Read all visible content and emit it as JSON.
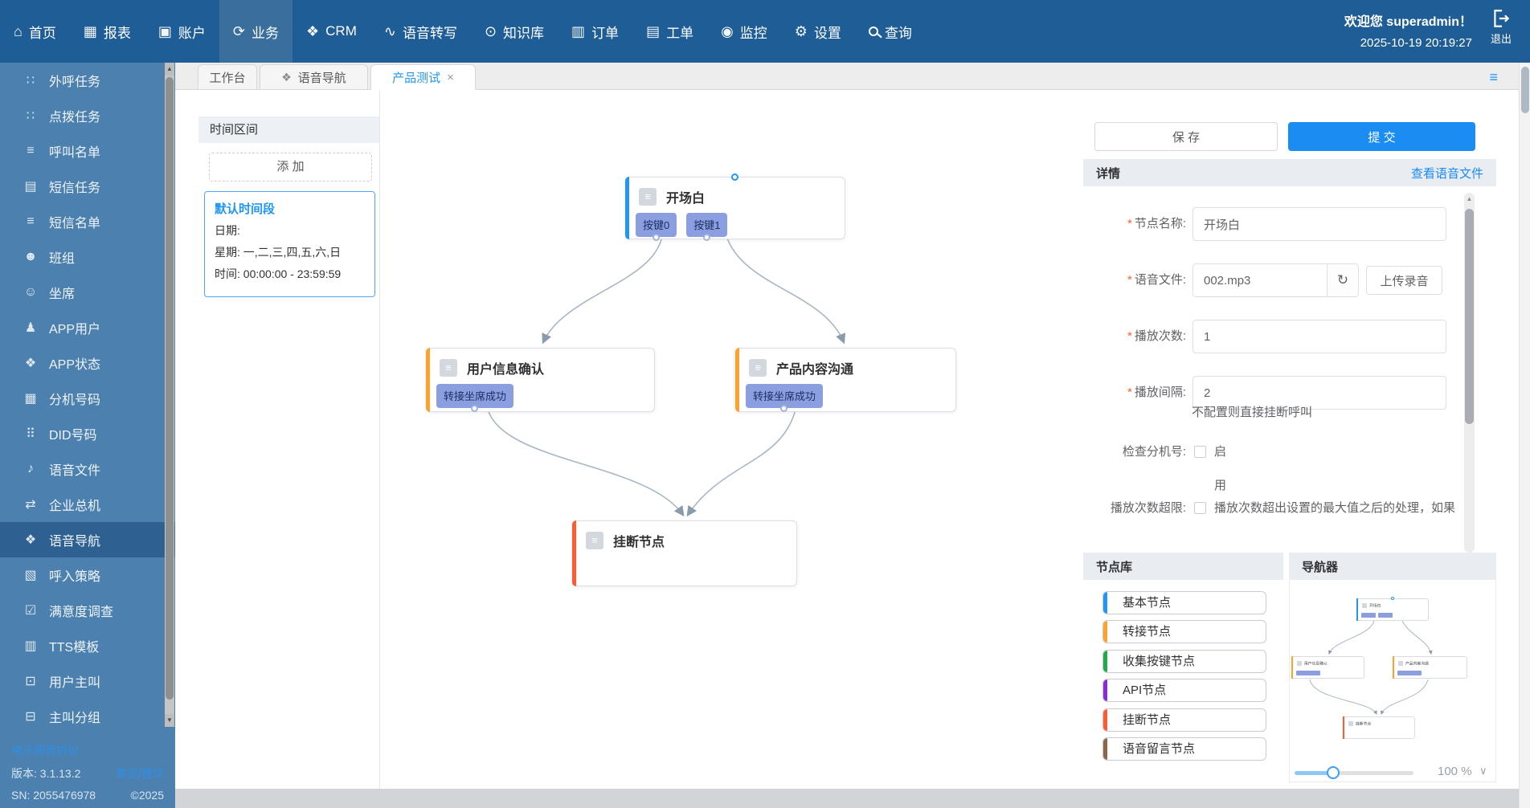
{
  "top_nav": {
    "items": [
      {
        "label": "首页",
        "icon": "⌂"
      },
      {
        "label": "报表",
        "icon": "▦"
      },
      {
        "label": "账户",
        "icon": "▣"
      },
      {
        "label": "业务",
        "icon": "⟳"
      },
      {
        "label": "CRM",
        "icon": "❖"
      },
      {
        "label": "语音转写",
        "icon": "∿"
      },
      {
        "label": "知识库",
        "icon": "⊙"
      },
      {
        "label": "订单",
        "icon": "▥"
      },
      {
        "label": "工单",
        "icon": "▤"
      },
      {
        "label": "监控",
        "icon": "◉"
      },
      {
        "label": "设置",
        "icon": "⚙"
      },
      {
        "label": "查询",
        "icon": ""
      }
    ],
    "welcome": "欢迎您 superadmin！",
    "datetime": "2025-10-19 20:19:27",
    "logout_label": "退出"
  },
  "sidebar": {
    "items": [
      {
        "label": "外呼任务",
        "icon": "∷"
      },
      {
        "label": "点拨任务",
        "icon": "∷"
      },
      {
        "label": "呼叫名单",
        "icon": "≡"
      },
      {
        "label": "短信任务",
        "icon": "▤"
      },
      {
        "label": "短信名单",
        "icon": "≡"
      },
      {
        "label": "班组",
        "icon": "☻"
      },
      {
        "label": "坐席",
        "icon": "☺"
      },
      {
        "label": "APP用户",
        "icon": "♟"
      },
      {
        "label": "APP状态",
        "icon": "❖"
      },
      {
        "label": "分机号码",
        "icon": "▦"
      },
      {
        "label": "DID号码",
        "icon": "⠿"
      },
      {
        "label": "语音文件",
        "icon": "♪"
      },
      {
        "label": "企业总机",
        "icon": "⇄"
      },
      {
        "label": "语音导航",
        "icon": "❖"
      },
      {
        "label": "呼入策略",
        "icon": "▧"
      },
      {
        "label": "满意度调查",
        "icon": "☑"
      },
      {
        "label": "TTS模板",
        "icon": "▥"
      },
      {
        "label": "用户主叫",
        "icon": "⊡"
      },
      {
        "label": "主叫分组",
        "icon": "⊟"
      }
    ],
    "footer": {
      "agreement": "电子服务协议",
      "version": "版本: 3.1.13.2",
      "feedback": "意见/建议",
      "sn": "SN: 2055476978",
      "copyright": "©2025"
    }
  },
  "tabs": {
    "items": [
      {
        "label": "工作台"
      },
      {
        "label": "语音导航",
        "icon": "❖"
      },
      {
        "label": "产品测试"
      }
    ],
    "close_icon": "×",
    "list_icon": "≡"
  },
  "time_panel": {
    "title": "时间区间",
    "add_label": "添 加",
    "card": {
      "name": "默认时间段",
      "date_line": "日期:",
      "week_line": "星期: 一,二,三,四,五,六,日",
      "time_line": "时间: 00:00:00 - 23:59:59"
    }
  },
  "flow": {
    "node_icon": "≡",
    "nodes": [
      {
        "title": "开场白",
        "tags": [
          "按键0",
          "按键1"
        ],
        "accent": "#2196f3"
      },
      {
        "title": "用户信息确认",
        "tags": [
          "转接坐席成功"
        ],
        "accent": "#ffa22b"
      },
      {
        "title": "产品内容沟通",
        "tags": [
          "转接坐席成功"
        ],
        "accent": "#ffa22b"
      },
      {
        "title": "挂断节点",
        "tags": [],
        "accent": "#ff5a30"
      }
    ]
  },
  "detail": {
    "save_label": "保 存",
    "submit_label": "提 交",
    "title": "详情",
    "view_link": "查看语音文件",
    "refresh_icon": "↻",
    "fields": [
      {
        "label": "节点名称:",
        "required": true,
        "value": "开场白"
      },
      {
        "label": "语音文件:",
        "required": true,
        "value": "002.mp3",
        "upload_label": "上传录音"
      },
      {
        "label": "播放次数:",
        "required": true,
        "value": "1"
      },
      {
        "label": "播放间隔:",
        "required": true,
        "value": "2"
      },
      {
        "label": "检查分机号:",
        "required": false,
        "checkbox_label": "启用"
      },
      {
        "label": "播放次数超限:",
        "required": false,
        "desc_line1": "播放次数超出设置的最大值之后的处理，如果",
        "desc_line2": "不配置则直接挂断呼叫"
      }
    ]
  },
  "node_library": {
    "title": "节点库",
    "items": [
      {
        "label": "基本节点",
        "color": "#2196f3"
      },
      {
        "label": "转接节点",
        "color": "#ffa22b"
      },
      {
        "label": "收集按键节点",
        "color": "#22a94e"
      },
      {
        "label": "API节点",
        "color": "#8a2bd8"
      },
      {
        "label": "挂断节点",
        "color": "#ff5a30"
      },
      {
        "label": "语音留言节点",
        "color": "#8d6748"
      }
    ]
  },
  "navigator": {
    "title": "导航器",
    "zoom_value": "100 %",
    "chevron": "∨"
  }
}
